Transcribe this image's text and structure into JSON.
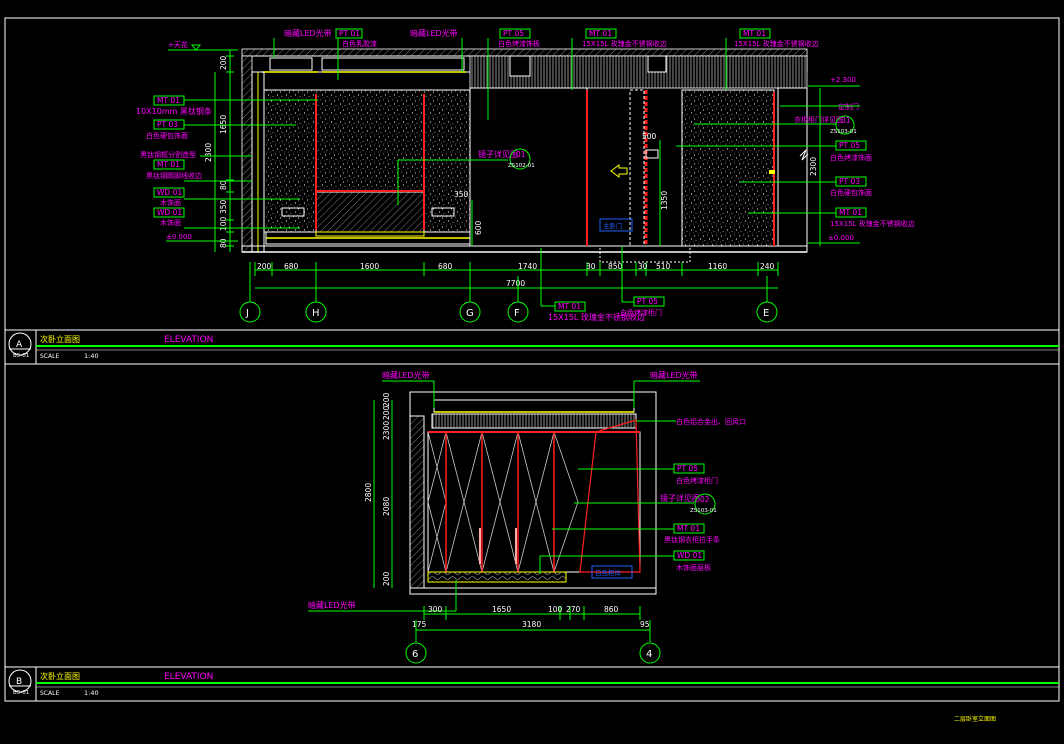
{
  "colors": {
    "background": "#000000",
    "frame": "#00ff00",
    "annotation": "#ff00ff",
    "linework": "#ffffff",
    "accent_red": "#ff2020",
    "accent_yellow": "#ffff00",
    "hatch": "#bbbbbb"
  },
  "elevation_a": {
    "section_letter": "A",
    "section_ref": "B5-01",
    "title_cn": "次卧立面图",
    "title_en": "ELEVATION",
    "scale_label": "SCALE",
    "scale_value": "1:40",
    "level_top": "+天花",
    "level_2300": "+2.300",
    "level_zero_left": "±0.000",
    "level_zero_right": "±0.000",
    "height_dims": [
      "200",
      "1650",
      "2300",
      "80",
      "350",
      "100",
      "80"
    ],
    "height_dims_right": [
      "2300"
    ],
    "tags": {
      "pt01": "PT 01",
      "pt05": "PT 05",
      "mt01_top1": "MT 01",
      "mt01_top2": "MT 01",
      "mt01_l1": "MT 01",
      "pt03_l": "PT 03",
      "mt01_l2": "MT 01",
      "wd01_l1": "WD 01",
      "wd01_l2": "WD 01",
      "pt05_r": "PT 05",
      "pt03_r": "PT 03",
      "mt01_r": "MT 01",
      "mt01_b": "MT 01",
      "pt05_b": "PT 05",
      "ref_01": "01",
      "ref_01_r": "01"
    },
    "notes": {
      "led_top1": "暗藏LED光带",
      "white_ceiling": "白色乳胶漆",
      "led_top2": "暗藏LED光带",
      "white_paint_wall": "白色烤漆饰板",
      "mt_line1": "15X15L 玫瑰金不锈钢收边",
      "mt_line2": "15X15L 玫瑰金不锈钢收边",
      "l_mt1": "10X10mm 黑钛钢条",
      "l_pt3": "白色硬包饰面",
      "l_frame": "黑钛钢框分割造型",
      "l_mt2": "黑钛钢踢脚线收边",
      "l_wd1": "木饰面",
      "l_wd2": "木饰面",
      "mirror": "镜子详见图",
      "mirror_sub": "ZS102-01",
      "r_door": "定制门",
      "r_detail": "衣柜柜门详见图",
      "r_detail_sub": "ZS103-01",
      "r_pt5": "白色烤漆饰面",
      "r_pt3": "白色硬包饰面",
      "r_mt": "15X15L 玫瑰金不锈钢收边",
      "b_mt": "15X15L 玫瑰金不锈钢收边",
      "b_pt": "白色烤漆柜门",
      "box_label": "主卧门",
      "dim_door": "500",
      "dim_door_h": "1350",
      "dim_bench_h": "600",
      "dim_small": "350"
    },
    "width_dims": [
      "200",
      "680",
      "1600",
      "680",
      "1740",
      "30",
      "850",
      "30",
      "510",
      "1160",
      "240"
    ],
    "total_width": "7700",
    "axes": [
      "J",
      "H",
      "G",
      "F",
      "E"
    ]
  },
  "elevation_b": {
    "section_letter": "B",
    "section_ref": "B5-01",
    "title_cn": "次卧立面图",
    "title_en": "ELEVATION",
    "scale_label": "SCALE",
    "scale_value": "1:40",
    "height_dims": [
      "2800",
      "2300",
      "200",
      "200",
      "2080",
      "200"
    ],
    "tags": {
      "pt05": "PT 05",
      "mt01": "MT 01",
      "wd01": "WD 01",
      "ref_02": "02"
    },
    "notes": {
      "led_l": "暗藏LED光带",
      "led_r": "暗藏LED光带",
      "led_bottom": "暗藏LED光带",
      "ceiling_vent": "白色铝合金出、回风口",
      "pt5": "白色烤漆柜门",
      "mirror": "镜子详见图",
      "mirror_sub": "ZS103-01",
      "mt1": "黑钛钢衣柜拉手条",
      "wd1": "木饰面层板",
      "box_label": "白色柜体"
    },
    "width_dims": [
      "300",
      "1650",
      "100",
      "270",
      "860"
    ],
    "total_width": "3180",
    "side_dims": [
      "175",
      "95"
    ],
    "axes": [
      "6",
      "4"
    ]
  },
  "footer_note": "二层卧室立面图"
}
